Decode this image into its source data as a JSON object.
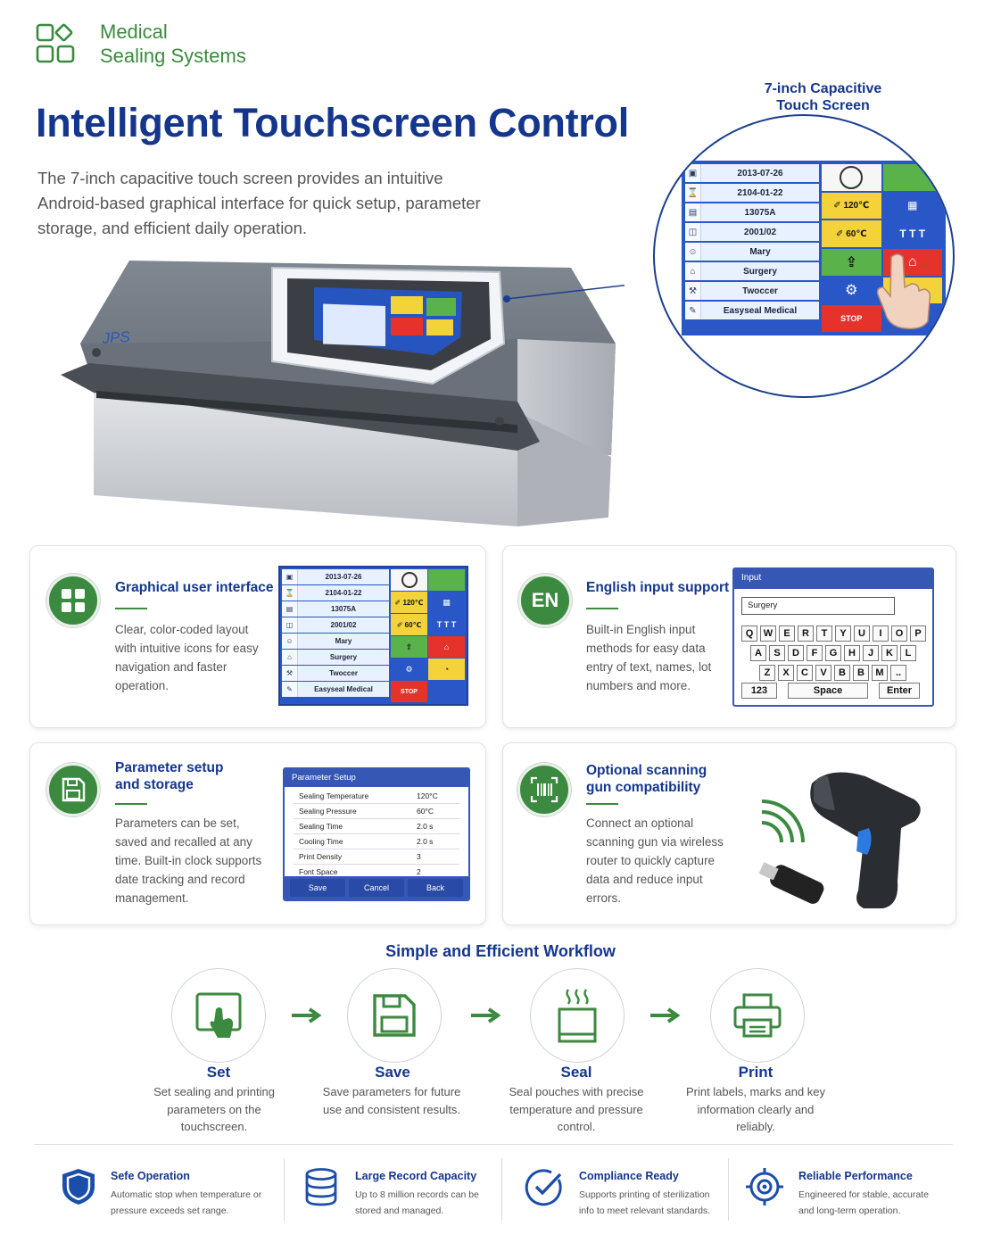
{
  "brand": {
    "line1": "Medical",
    "line2": "Sealing Systems"
  },
  "hero": {
    "title": "Intelligent Touchscreen Control",
    "description": "The 7-inch capacitive touch screen provides an intuitive Android-based graphical interface for quick setup, parameter storage, and efficient daily operation."
  },
  "machine": {
    "brand_label": "JPS"
  },
  "zoom": {
    "label_line1": "7-inch Capacitive",
    "label_line2": "Touch Screen",
    "rows": [
      "2013-07-26",
      "2104-01-22",
      "13075A",
      "2001/02",
      "Mary",
      "Surgery",
      "Twoccer",
      "Easyseal Medical"
    ],
    "temp1": "120℃",
    "temp2": "60℃",
    "stop": "STOP",
    "text_sizes": "T T T"
  },
  "features": {
    "gui": {
      "title": "Graphical user interface",
      "description": "Clear, color-coded layout with intuitive icons for easy navigation and faster operation.",
      "screen_rows": [
        "2013-07-26",
        "2104-01-22",
        "13075A",
        "2001/02",
        "Mary",
        "Surgery",
        "Twoccer",
        "Easyseal Medical"
      ],
      "temp1": "120℃",
      "temp2": "60℃",
      "stop": "STOP",
      "text_sizes": "T T T"
    },
    "english": {
      "badge": "EN",
      "title": "English input support",
      "description": "Built-in English input methods for easy data entry of text, names, lot numbers and more.",
      "keyboard": {
        "header": "Input",
        "input_value": "Surgery",
        "row1": [
          "Q",
          "W",
          "E",
          "R",
          "T",
          "Y",
          "U",
          "I",
          "O",
          "P"
        ],
        "row2": [
          "A",
          "S",
          "D",
          "F",
          "G",
          "H",
          "J",
          "K",
          "L"
        ],
        "row3": [
          "Z",
          "X",
          "C",
          "V",
          "B",
          "B",
          "M",
          ".."
        ],
        "numeric_key": "123",
        "space_key": "Space",
        "enter_key": "Enter"
      }
    },
    "parameters": {
      "title_line1": "Parameter setup",
      "title_line2": "and storage",
      "description": "Parameters can be set, saved and recalled at any time. Built-in clock supports date tracking and record management.",
      "panel": {
        "header": "Parameter Setup",
        "rows": [
          {
            "label": "Sealing Temperature",
            "value": "120°C"
          },
          {
            "label": "Sealing Pressure",
            "value": "60°C"
          },
          {
            "label": "Sealing Time",
            "value": "2.0 s"
          },
          {
            "label": "Cooling Time",
            "value": "2.0 s"
          },
          {
            "label": "Print Density",
            "value": "3"
          },
          {
            "label": "Font Space",
            "value": "2"
          }
        ],
        "save": "Save",
        "cancel": "Cancel",
        "back": "Back"
      }
    },
    "scanner": {
      "title_line1": "Optional scanning",
      "title_line2": "gun compatibility",
      "description": "Connect an optional scanning gun via wireless router to quickly capture data and reduce input errors."
    }
  },
  "workflow": {
    "title": "Simple and Efficient Workflow",
    "steps": [
      {
        "name": "Set",
        "description": "Set sealing and printing parameters on the touchscreen."
      },
      {
        "name": "Save",
        "description": "Save parameters for future use and consistent results."
      },
      {
        "name": "Seal",
        "description": "Seal pouches with precise temperature and pressure control."
      },
      {
        "name": "Print",
        "description": "Print labels, marks and key information clearly and reliably."
      }
    ]
  },
  "bottom": [
    {
      "title": "Sefe Operation",
      "description": "Automatic stop when temperature or pressure exceeds set range."
    },
    {
      "title": "Large Record Capacity",
      "description": "Up to 8 million records can be stored and managed."
    },
    {
      "title": "Compliance Ready",
      "description": "Supports printing of sterilization info to meet relevant standards."
    },
    {
      "title": "Reliable Performance",
      "description": "Engineered for stable, accurate and long-term operation."
    }
  ],
  "colors": {
    "brand_green": "#3b8a3f",
    "brand_blue": "#14368c",
    "screen_blue": "#2a57c7"
  }
}
